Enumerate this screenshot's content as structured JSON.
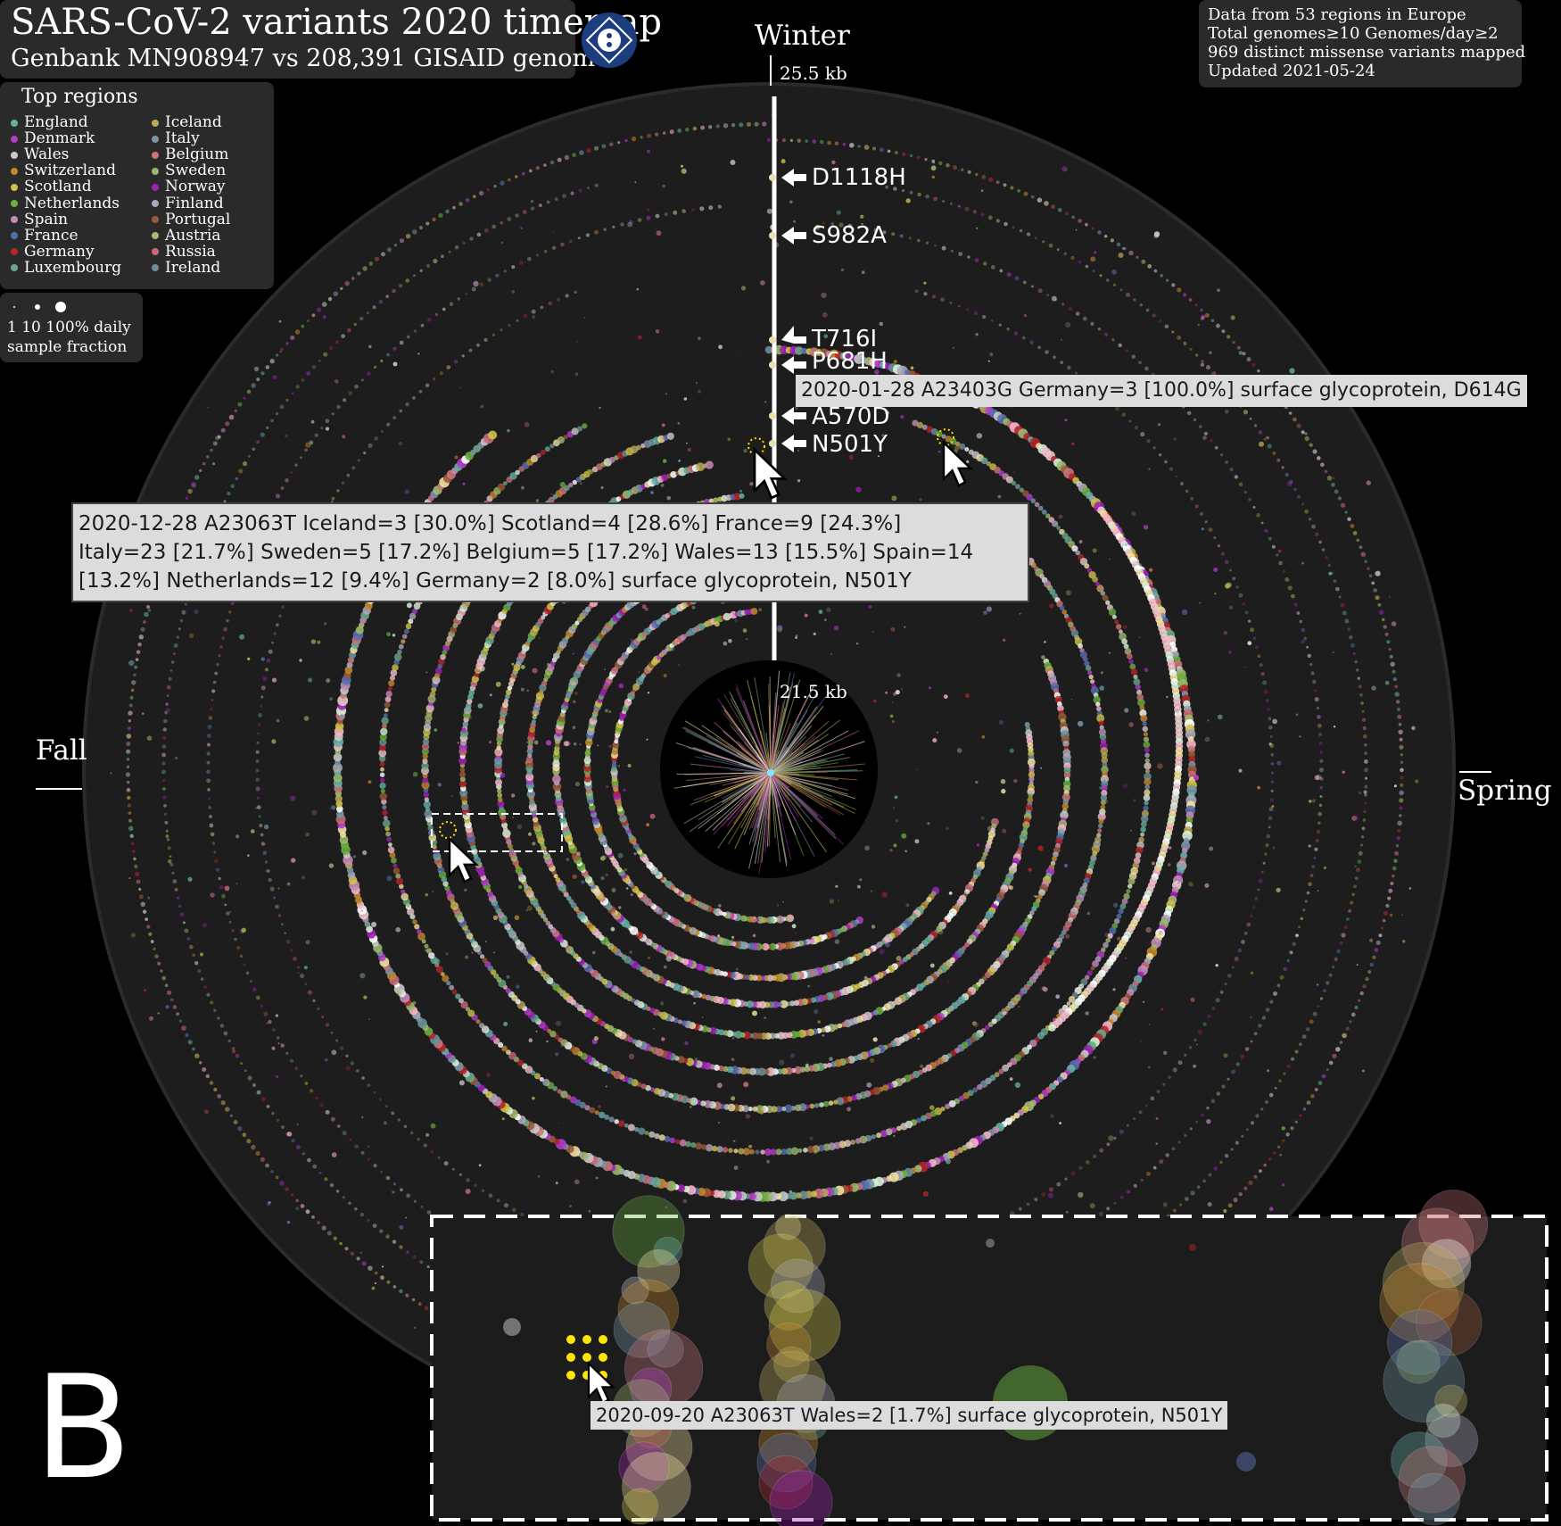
{
  "title": {
    "main": "SARS-CoV-2 variants 2020 timemap",
    "subtitle": "Genbank MN908947 vs 208,391 GISAID genomes"
  },
  "legend": {
    "heading": "Top regions",
    "regions_col1": [
      {
        "name": "England",
        "color": "#66b0a6"
      },
      {
        "name": "Denmark",
        "color": "#b13ec9"
      },
      {
        "name": "Wales",
        "color": "#c9c9c9"
      },
      {
        "name": "Switzerland",
        "color": "#c2872f"
      },
      {
        "name": "Scotland",
        "color": "#cfc24a"
      },
      {
        "name": "Netherlands",
        "color": "#6aae3f"
      },
      {
        "name": "Spain",
        "color": "#c38bb8"
      },
      {
        "name": "France",
        "color": "#5a6fb0"
      },
      {
        "name": "Germany",
        "color": "#b3262a"
      },
      {
        "name": "Luxembourg",
        "color": "#6aa886"
      }
    ],
    "regions_col2": [
      {
        "name": "Iceland",
        "color": "#b9a95a"
      },
      {
        "name": "Italy",
        "color": "#7896a8"
      },
      {
        "name": "Belgium",
        "color": "#c9777a"
      },
      {
        "name": "Sweden",
        "color": "#9bb86b"
      },
      {
        "name": "Norway",
        "color": "#a021b4"
      },
      {
        "name": "Finland",
        "color": "#a9a9b9"
      },
      {
        "name": "Portugal",
        "color": "#9a5a3a"
      },
      {
        "name": "Austria",
        "color": "#a8b878"
      },
      {
        "name": "Russia",
        "color": "#c76a78"
      },
      {
        "name": "Ireland",
        "color": "#6b8f9a"
      }
    ],
    "size_label_line1": "1 10 100% daily",
    "size_label_line2": "sample fraction"
  },
  "stats": {
    "line1": "Data from 53 regions in Europe",
    "line2": "Total genomes≥10 Genomes/day≥2",
    "line3": "969 distinct missense variants mapped",
    "line4": "Updated 2021-05-24"
  },
  "seasons": {
    "winter": "Winter",
    "spring": "Spring",
    "fall": "Fall"
  },
  "axis": {
    "outer": "25.5 kb",
    "inner": "21.5 kb"
  },
  "mutations": [
    "D1118H",
    "S982A",
    "T716I",
    "P681H",
    "A570D",
    "N501Y"
  ],
  "tooltips": {
    "t1": "2020-01-28  A23403G  Germany=3 [100.0%]  surface glycoprotein, D614G",
    "t2_line1": "2020-12-28  A23063T  Iceland=3 [30.0%] Scotland=4 [28.6%] France=9 [24.3%]",
    "t2_line2": "Italy=23 [21.7%] Sweden=5 [17.2%] Belgium=5 [17.2%] Wales=13 [15.5%] Spain=14",
    "t2_line3": "[13.2%] Netherlands=12 [9.4%] Germany=2 [8.0%]  surface glycoprotein, N501Y",
    "t3": "2020-09-20  A23063T  Wales=2 [1.7%]  surface glycoprotein, N501Y"
  },
  "panel_letter": "B",
  "colors": {
    "background": "#000000",
    "disc": "#1b1b1b",
    "panel": "#2a2a2a",
    "tooltip": "#dcdcdc"
  }
}
